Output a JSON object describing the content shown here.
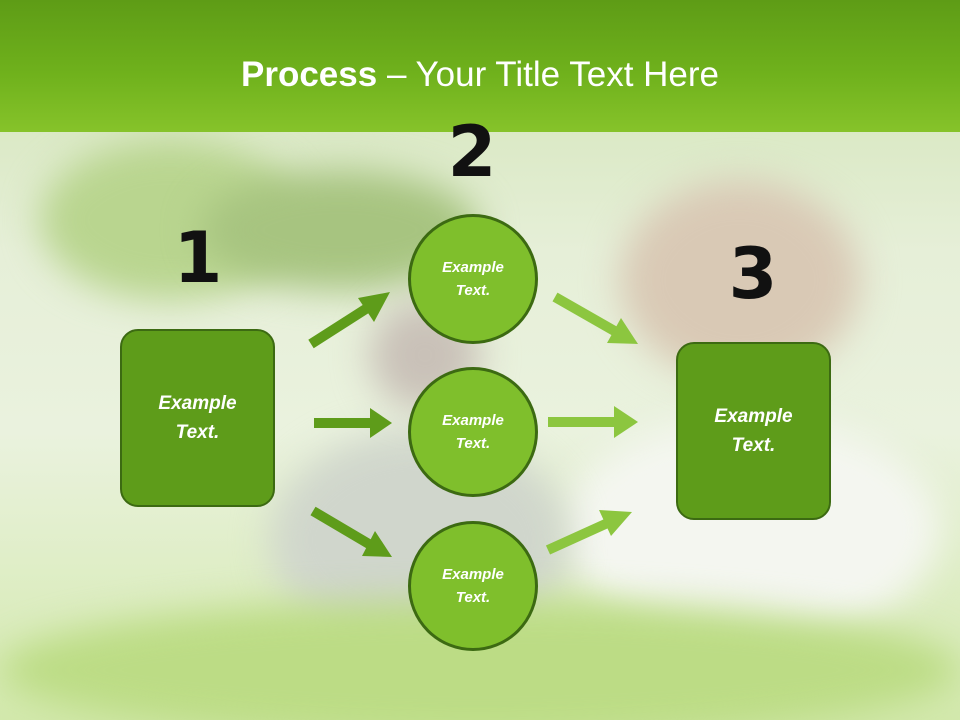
{
  "title": {
    "bold": "Process",
    "rest": " – Your Title Text Here"
  },
  "steps": {
    "n1": "1",
    "n2": "2",
    "n3": "3"
  },
  "left_box": {
    "line1": "Example",
    "line2": "Text."
  },
  "right_box": {
    "line1": "Example",
    "line2": "Text."
  },
  "circles": [
    {
      "line1": "Example",
      "line2": "Text."
    },
    {
      "line1": "Example",
      "line2": "Text."
    },
    {
      "line1": "Example",
      "line2": "Text."
    }
  ],
  "colors": {
    "dark_green": "#5e9c1a",
    "light_green": "#7fbf2c",
    "arrow_light": "#8cc63f",
    "header": "#6fb11c"
  }
}
